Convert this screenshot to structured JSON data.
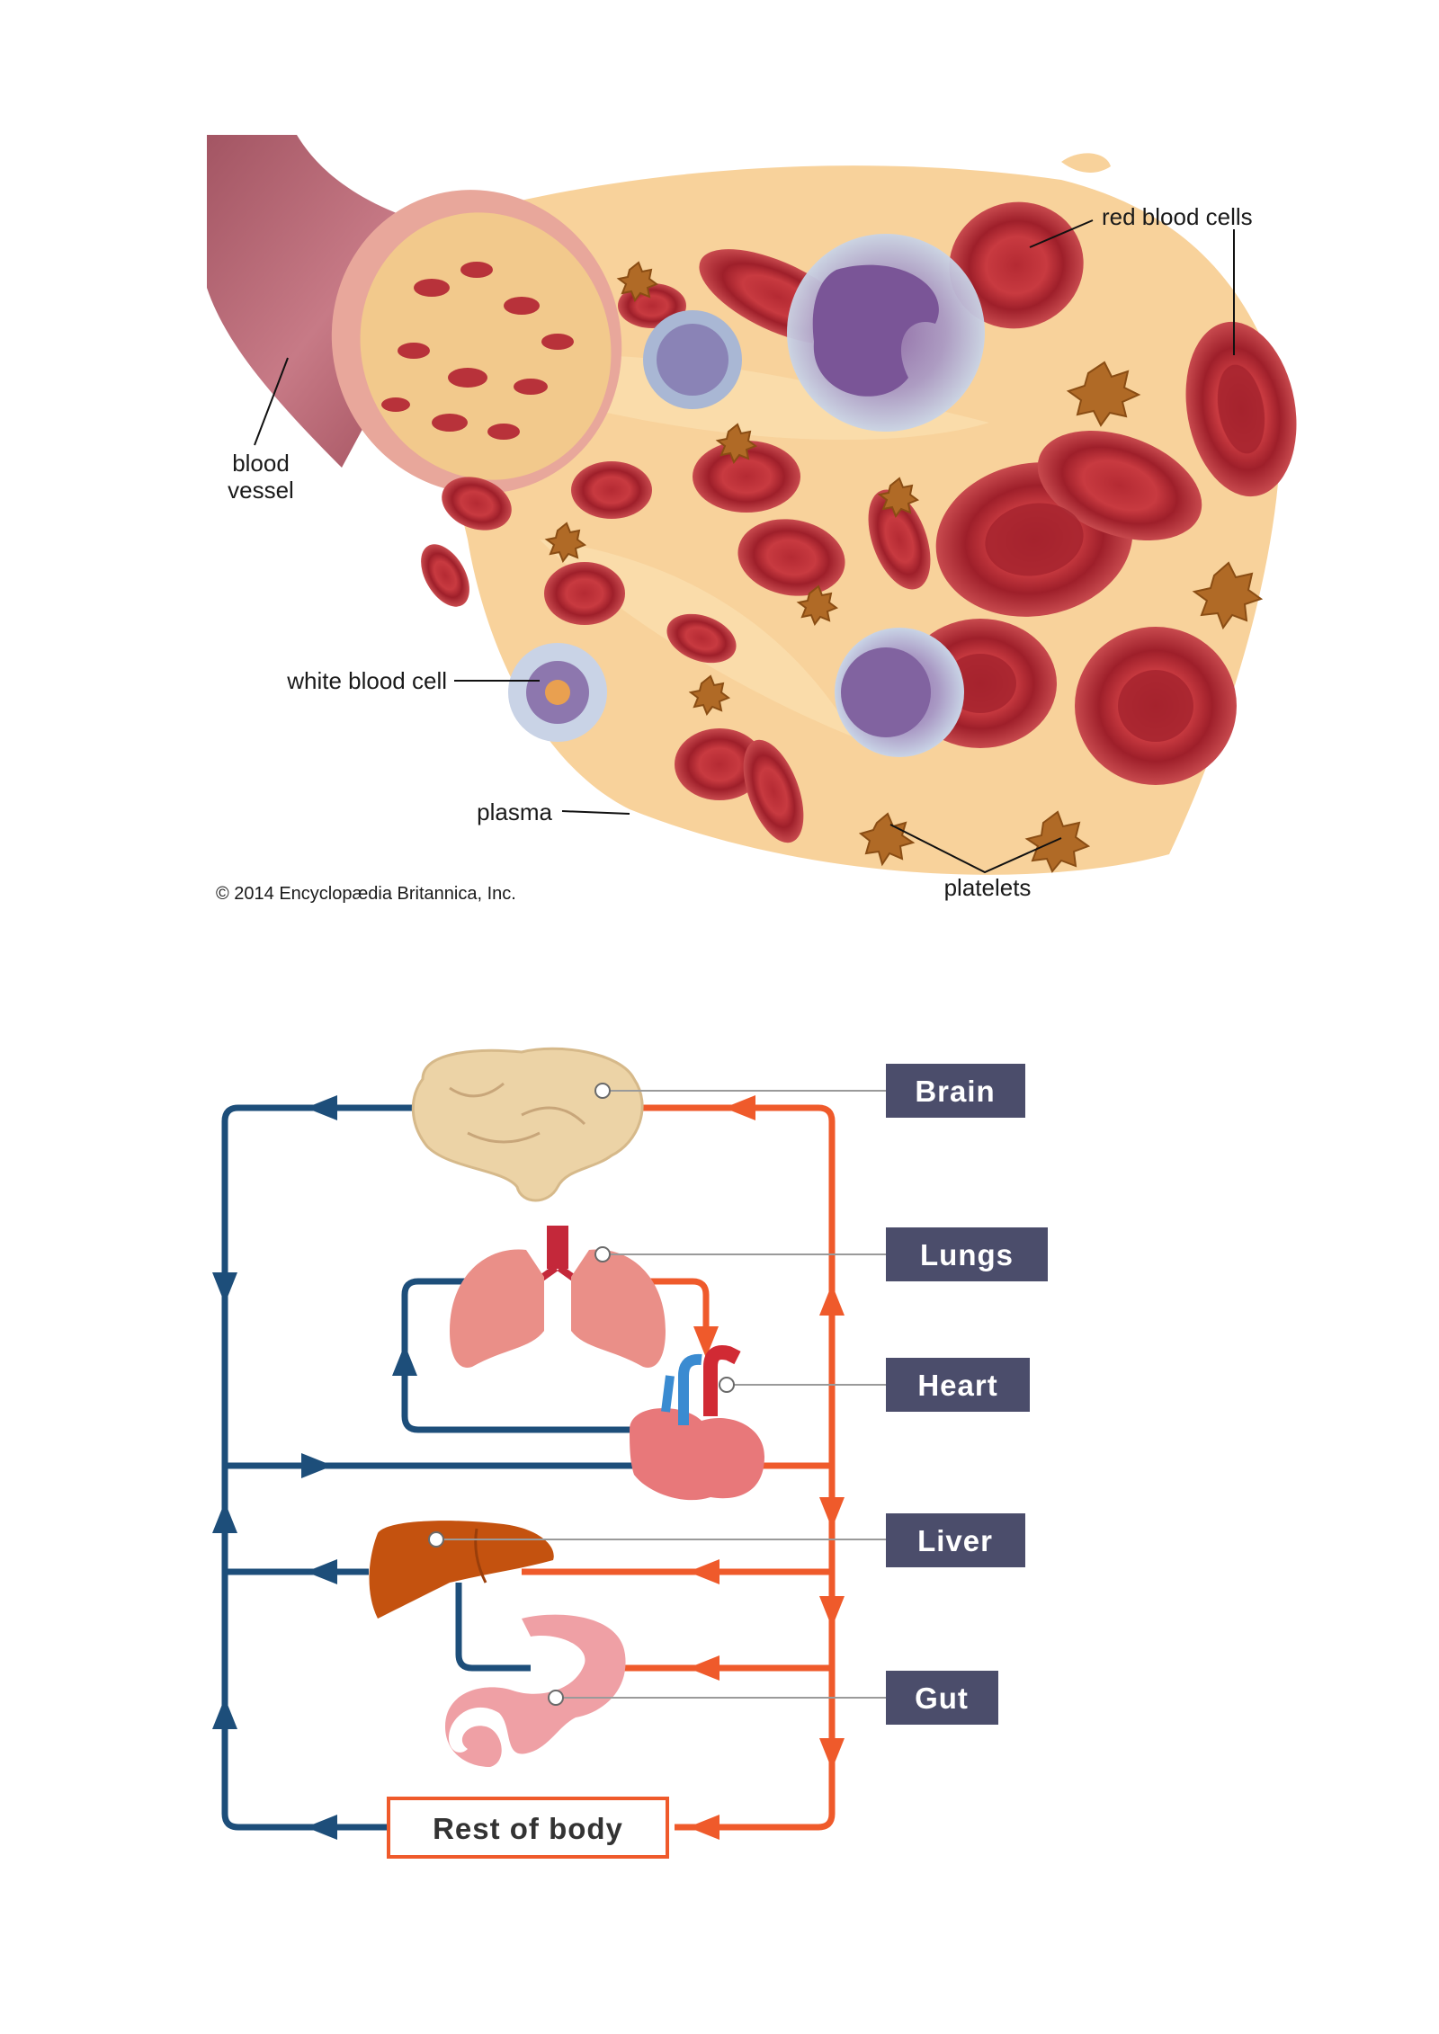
{
  "blood_figure": {
    "labels": {
      "red_blood_cells": "red blood cells",
      "blood": "blood",
      "vessel": "vessel",
      "white_blood_cell": "white blood cell",
      "plasma": "plasma",
      "platelets": "platelets"
    },
    "copyright": "© 2014 Encyclopædia Britannica, Inc."
  },
  "circulation": {
    "organs": {
      "brain": "Brain",
      "lungs": "Lungs",
      "heart": "Heart",
      "liver": "Liver",
      "gut": "Gut",
      "rest_of_body": "Rest of body"
    },
    "colors": {
      "oxygenated": "#ef5a2b",
      "deoxygenated": "#1d4e7a",
      "label_box": "#4b4d6b"
    }
  }
}
